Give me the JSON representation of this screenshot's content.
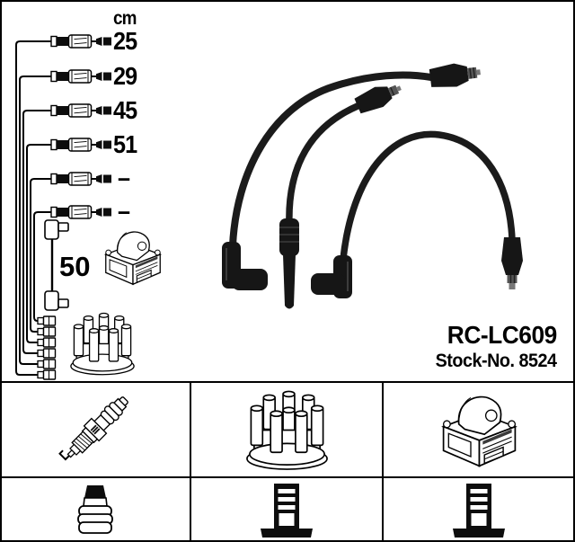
{
  "panel": {
    "unit_header": "cm",
    "cable_lengths": [
      "25",
      "29",
      "45",
      "51",
      "–",
      "–"
    ],
    "coil_wire_length": "50",
    "part_code": "RC-LC609",
    "stock_number": "Stock-No. 8524"
  },
  "legend": {
    "row1_icons": [
      "spark-plug",
      "distributor-cap",
      "ignition-coil"
    ],
    "row2_icons": [
      "plug-terminal-connector",
      "distributor-tower-connector",
      "coil-tower-connector"
    ]
  },
  "colors": {
    "ink": "#000000",
    "cable_black": "#1b1b1b",
    "background": "#ffffff"
  }
}
